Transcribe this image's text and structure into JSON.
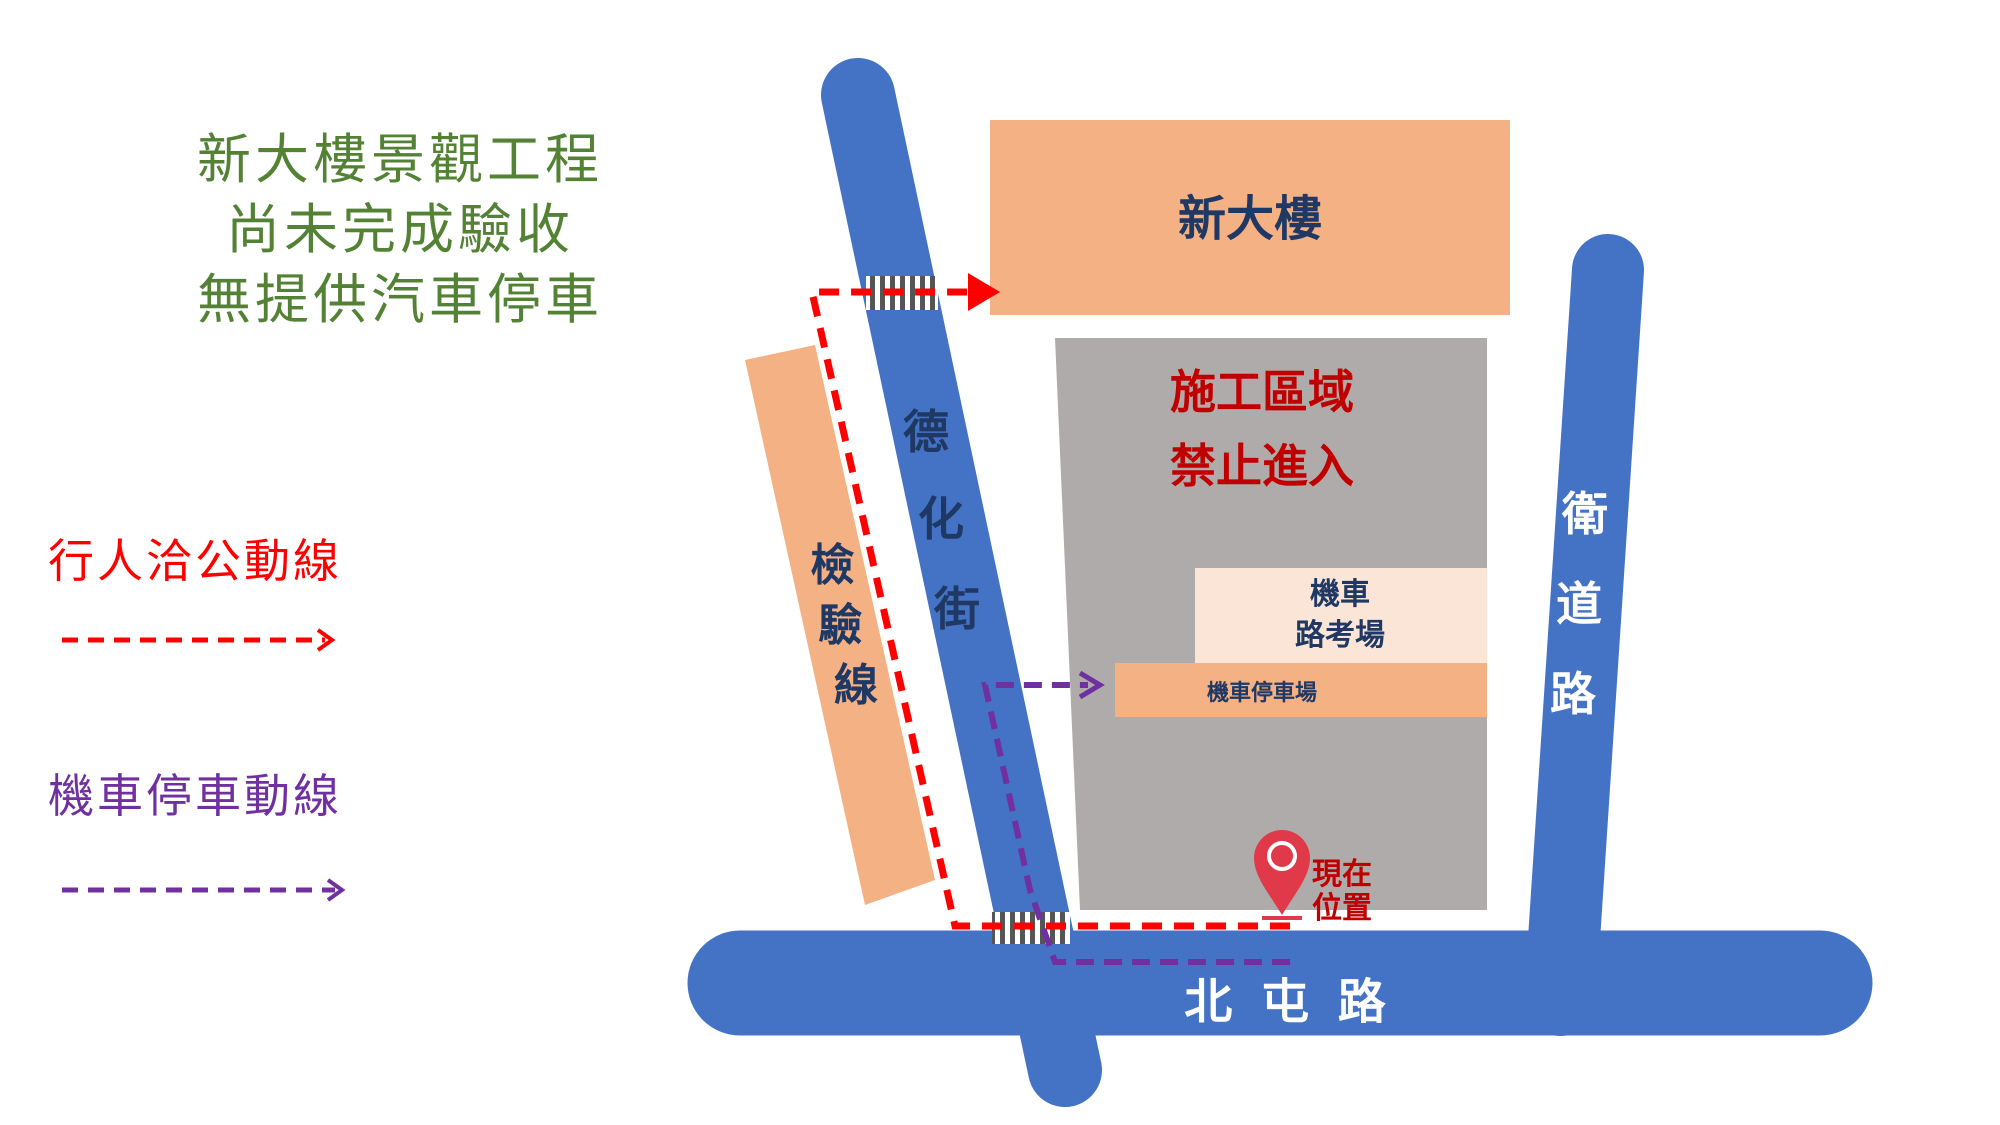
{
  "notice": {
    "lines": [
      "新大樓景觀工程",
      "尚未完成驗收",
      "無提供汽車停車"
    ],
    "color": "#548235"
  },
  "legend": {
    "pedestrian_route": {
      "label": "行人洽公動線",
      "color": "#ff0000"
    },
    "motorcycle_route": {
      "label": "機車停車動線",
      "color": "#7030a0"
    }
  },
  "roads": {
    "dehua": "德化街",
    "weidao": "衛道路",
    "beitun": "北 屯 路",
    "color": "#4472c4"
  },
  "buildings": {
    "new_building": "新大樓",
    "inspection_line": "檢驗線",
    "construction_zone": {
      "line1": "施工區域",
      "line2": "禁止進入"
    },
    "moto_test_area": {
      "line1": "機車",
      "line2": "路考場"
    },
    "moto_parking": "機車停車場"
  },
  "current_location": {
    "line1": "現在",
    "line2": "位置",
    "color": "#e0394a"
  },
  "colors": {
    "building": "#f4b183",
    "construction": "#afabab",
    "test_area": "#fbe5d6",
    "road_label": "#ffffff",
    "building_label": "#1f3864",
    "warning_label": "#c00000"
  }
}
